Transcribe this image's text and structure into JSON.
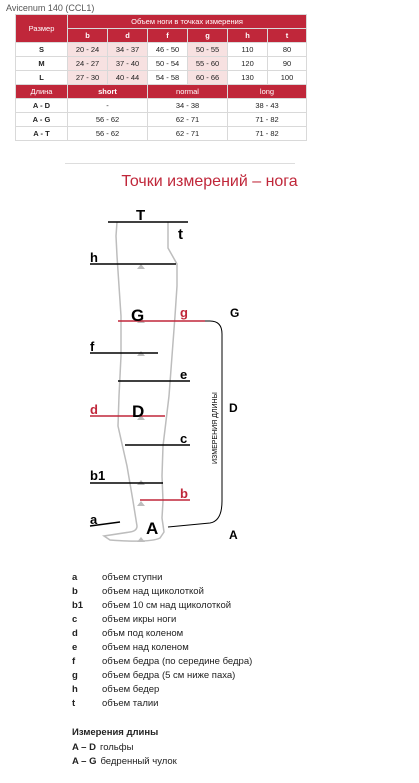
{
  "title": "Avicenum 140 (CCL1)",
  "table": {
    "size_header": "Размер",
    "volume_header": "Объем ноги в точках измерения",
    "columns": [
      "b",
      "d",
      "f",
      "g",
      "h",
      "t"
    ],
    "size_rows": [
      {
        "label": "S",
        "values": [
          "20 - 24",
          "34 - 37",
          "46 - 50",
          "50 - 55",
          "110",
          "80"
        ]
      },
      {
        "label": "M",
        "values": [
          "24 - 27",
          "37 - 40",
          "50 - 54",
          "55 - 60",
          "120",
          "90"
        ]
      },
      {
        "label": "L",
        "values": [
          "27 - 30",
          "40 - 44",
          "54 - 58",
          "60 - 66",
          "130",
          "100"
        ]
      }
    ],
    "length_header": "Длина",
    "length_columns": [
      "short",
      "normal",
      "long"
    ],
    "length_rows": [
      {
        "label": "A - D",
        "values": [
          "-",
          "34 - 38",
          "38 - 43"
        ]
      },
      {
        "label": "A - G",
        "values": [
          "56 - 62",
          "62 - 71",
          "71 - 82"
        ]
      },
      {
        "label": "A - T",
        "values": [
          "56 - 62",
          "62 - 71",
          "71 - 82"
        ]
      }
    ]
  },
  "diagram": {
    "heading": "Точки измерений – нога",
    "labels": {
      "T": "T",
      "t": "t",
      "h": "h",
      "G": "G",
      "g": "g",
      "G_right": "G",
      "f": "f",
      "e": "e",
      "d": "d",
      "D": "D",
      "D_right": "D",
      "c": "c",
      "b1": "b1",
      "b": "b",
      "a": "a",
      "A": "A",
      "A_right": "A"
    },
    "vertical_text": "ИЗМЕРЕНИЯ ДЛИНЫ",
    "colors": {
      "accent": "#c0273a",
      "line": "#000000",
      "leg": "#bdbdbd"
    }
  },
  "legend": [
    {
      "key": "a",
      "text": "объем ступни"
    },
    {
      "key": "b",
      "text": "объем над щиколоткой"
    },
    {
      "key": "b1",
      "text": "объем 10 см над щиколоткой"
    },
    {
      "key": "c",
      "text": "объем икры ноги"
    },
    {
      "key": "d",
      "text": "объм под коленом"
    },
    {
      "key": "e",
      "text": "объем над коленом"
    },
    {
      "key": "f",
      "text": "объем бедра (по середине бедра)"
    },
    {
      "key": "g",
      "text": "объем бедра (5 см ниже паха)"
    },
    {
      "key": "h",
      "text": "объем бедер"
    },
    {
      "key": "t",
      "text": "объем талии"
    }
  ],
  "length_section": {
    "title": "Измерения длины",
    "items": [
      {
        "key": "A – D",
        "text": "гольфы"
      },
      {
        "key": "A – G",
        "text": "бедренный чулок"
      }
    ]
  }
}
